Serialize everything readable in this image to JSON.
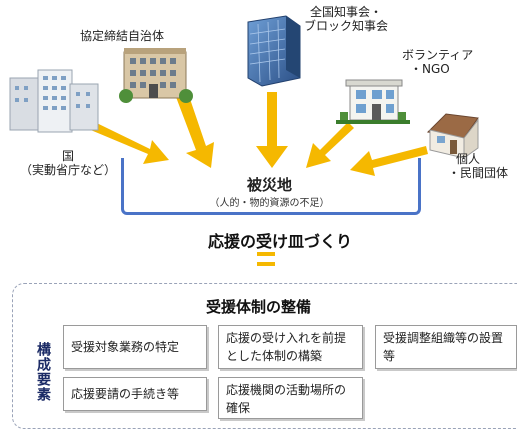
{
  "actors": {
    "kyotei": "協定締結自治体",
    "zenkoku_line1": "全国知事会・",
    "zenkoku_line2": "ブロック知事会",
    "volunteer_line1": "ボランティア",
    "volunteer_line2": "・NGO",
    "kuni_line1": "国",
    "kuni_line2": "（実動省庁など）",
    "kojin_line1": "個人",
    "kojin_line2": "・民間団体"
  },
  "center": {
    "title": "被災地",
    "subtitle": "（人的・物的資源の不足）"
  },
  "slogan": "応援の受け皿づくり",
  "panel": {
    "title": "受援体制の整備",
    "side_label": "構成要素",
    "items": [
      "受援対象業務の特定",
      "応援の受け入れを前提とした体制の構築",
      "受援調整組織等の設置等",
      "応援要請の手続き等",
      "応援機関の活動場所の確保"
    ]
  },
  "colors": {
    "arrow": "#f5b800",
    "bracket": "#4a73c7",
    "tag_text": "#1c2b66"
  }
}
